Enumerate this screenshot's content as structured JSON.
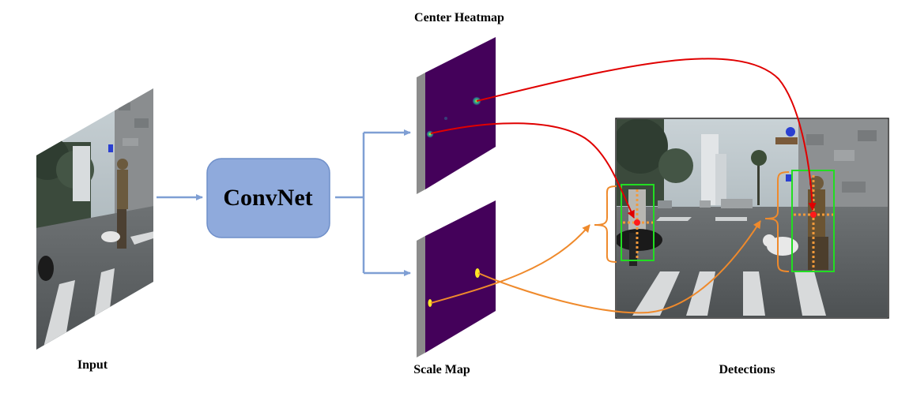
{
  "labels": {
    "input": "Input",
    "convnet": "ConvNet",
    "center_heatmap": "Center Heatmap",
    "scale_map": "Scale Map",
    "detections": "Detections"
  },
  "colors": {
    "convnet_fill": "#8faadc",
    "convnet_stroke": "#6f8fc9",
    "branch_arrow": "#7f9fd4",
    "heatmap_bg": "#44015a",
    "center_arrow": "#e00000",
    "scale_arrow": "#ef8a2c",
    "detection_box": "#22dd22",
    "center_point": "#ff1a1a",
    "scale_line": "#f39a3a"
  },
  "icons": [
    "street-scene-image",
    "heatmap-panel",
    "scale-map-panel",
    "detection-image"
  ]
}
